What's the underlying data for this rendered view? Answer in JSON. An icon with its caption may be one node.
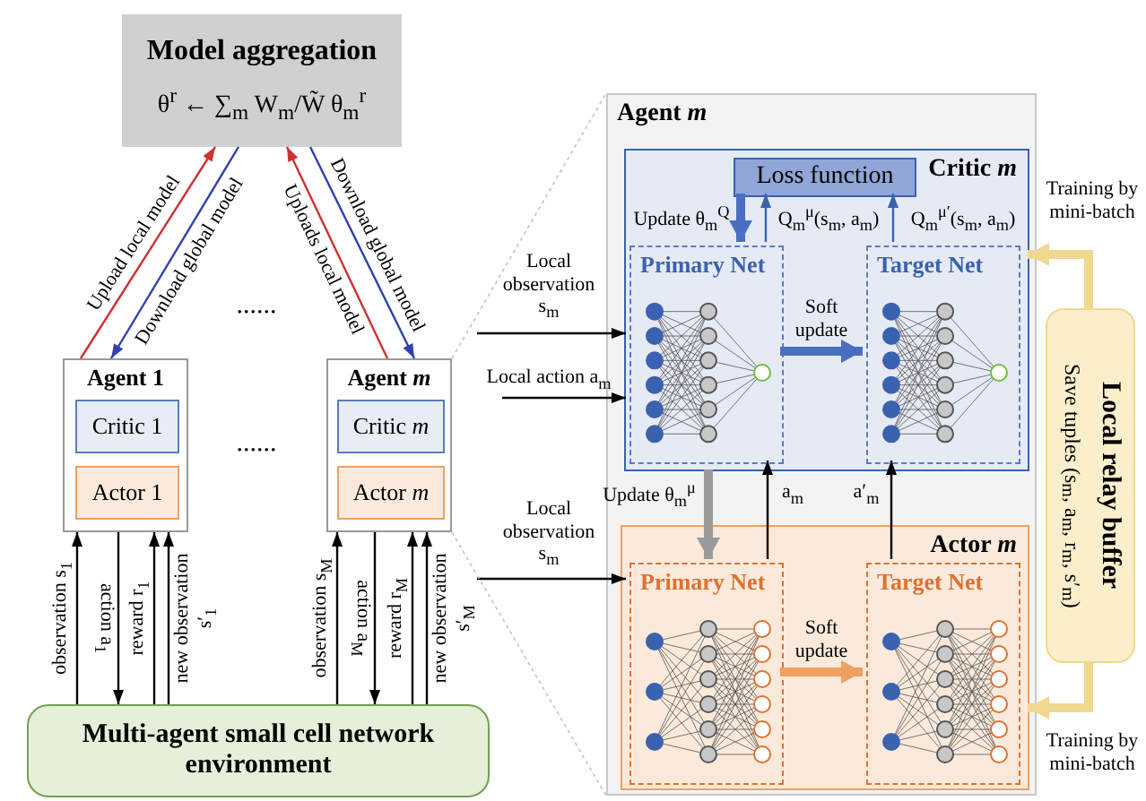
{
  "diagram": {
    "nodes": [
      {
        "text": [
          "Model aggregation",
          "θ$^{r}$ ← ∑$_{m}$ W$_{m}$/W̃ θ$_{m}$$^{r}$"
        ]
      },
      {
        "text": [
          "Agent 1"
        ]
      },
      {
        "text": [
          "Critic 1"
        ],
        "in": 1
      },
      {
        "text": [
          "Actor 1"
        ],
        "in": 1
      },
      {
        "text": [
          "Agent *m*"
        ]
      },
      {
        "text": [
          "Critic *m*"
        ],
        "in": 4
      },
      {
        "text": [
          "Actor *m*"
        ],
        "in": 4
      },
      {
        "text": [
          "Multi-agent small cell network environment"
        ]
      },
      {
        "text": [
          "Agent *m*"
        ]
      },
      {
        "text": [
          "Critic *m*"
        ],
        "in": 8
      },
      {
        "text": [
          "Loss function"
        ],
        "in": 9
      },
      {
        "text": [
          "Primary Net"
        ],
        "in": 9
      },
      {
        "text": [
          "Target Net"
        ],
        "in": 9
      },
      {
        "text": [
          "Actor *m*"
        ],
        "in": 8
      },
      {
        "text": [
          "Primary Net"
        ],
        "in": 13
      },
      {
        "text": [
          "Target Net"
        ],
        "in": 13
      },
      {
        "text": [
          "Local relay buffer",
          "Save tuples (s$_{m}$, a$_{m}$, r$_{m}$, s′$_{m}$)"
        ]
      }
    ],
    "edges": [
      {
        "from": 1,
        "to": 0,
        "arrow": "to",
        "label": "Upload local model",
        "color": "#d03030"
      },
      {
        "from": 0,
        "to": 1,
        "arrow": "to",
        "label": "Download global model",
        "color": "#3040b0"
      },
      {
        "from": 4,
        "to": 0,
        "arrow": "to",
        "label": "Uploads local model",
        "color": "#d03030"
      },
      {
        "from": 0,
        "to": 4,
        "arrow": "to",
        "label": "Download global model",
        "color": "#3040b0"
      },
      {
        "from": 7,
        "to": 1,
        "arrow": "to",
        "label": "observation s$_{1}$"
      },
      {
        "from": 1,
        "to": 7,
        "arrow": "to",
        "label": "action a$_{1}$"
      },
      {
        "from": 7,
        "to": 1,
        "arrow": "to",
        "label": "reward r$_{1}$"
      },
      {
        "from": 7,
        "to": 1,
        "arrow": "to",
        "label": "new observation s′$_{1}$"
      },
      {
        "from": 7,
        "to": 4,
        "arrow": "to",
        "label": "observation s$_{M}$"
      },
      {
        "from": 4,
        "to": 7,
        "arrow": "to",
        "label": "action a$_{M}$"
      },
      {
        "from": 7,
        "to": 4,
        "arrow": "to",
        "label": "reward r$_{M}$"
      },
      {
        "from": 7,
        "to": 4,
        "arrow": "to",
        "label": "new observation s′$_{M}$"
      },
      {
        "from": null,
        "to": 11,
        "arrow": "to",
        "label": "Local observation s$_{m}$"
      },
      {
        "from": null,
        "to": 11,
        "arrow": "to",
        "label": "Local action a$_{m}$"
      },
      {
        "from": null,
        "to": 14,
        "arrow": "to",
        "label": "Local observation s$_{m}$"
      },
      {
        "from": 10,
        "to": 11,
        "arrow": "to",
        "label": "Update θ$_{m}$$^{Q}$",
        "style": "thick",
        "color": "#4a6fc0"
      },
      {
        "from": 11,
        "to": 10,
        "arrow": "to",
        "label": "Q$_{m}$$^{μ}$(s$_{m}$, a$_{m}$)",
        "color": "#3a62b0"
      },
      {
        "from": 12,
        "to": 10,
        "arrow": "to",
        "label": "Q$_{m}$$^{μ′}$(s$_{m}$, a$_{m}$)",
        "color": "#3a62b0"
      },
      {
        "from": 11,
        "to": 12,
        "arrow": "to",
        "label": "Soft update",
        "style": "thick",
        "color": "#4a6fc0"
      },
      {
        "from": 9,
        "to": 14,
        "arrow": "to",
        "label": "Update θ$_{m}$$^{μ}$",
        "style": "thick",
        "color": "#9a9a9a"
      },
      {
        "from": 14,
        "to": 11,
        "arrow": "to",
        "label": "a$_{m}$"
      },
      {
        "from": 15,
        "to": 12,
        "arrow": "to",
        "label": "a′$_{m}$"
      },
      {
        "from": 14,
        "to": 15,
        "arrow": "to",
        "label": "Soft update",
        "style": "thick",
        "color": "#f0a060"
      },
      {
        "from": 16,
        "to": 9,
        "arrow": "to",
        "label": "Training by mini-batch",
        "style": "thick",
        "color": "#f0d890"
      },
      {
        "from": 16,
        "to": 13,
        "arrow": "to",
        "label": "Training by mini-batch",
        "style": "thick",
        "color": "#f0d890"
      }
    ],
    "labels": [
      "......",
      "......"
    ]
  }
}
